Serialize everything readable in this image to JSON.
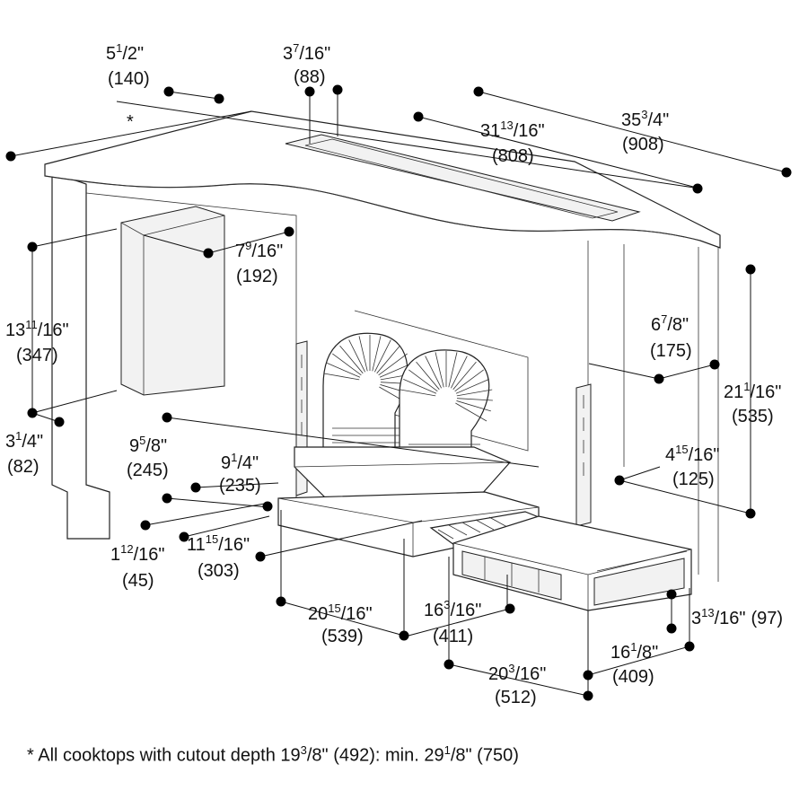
{
  "dimensions": {
    "d01": {
      "a": "5",
      "b": "1",
      "c": "/2\"",
      "mm": "(140)"
    },
    "d02": {
      "a": "3",
      "b": "7",
      "c": "/16\"",
      "mm": "(88)"
    },
    "d03": {
      "a": "35",
      "b": "3",
      "c": "/4\"",
      "mm": "(908)"
    },
    "d04": {
      "a": "31",
      "b": "13",
      "c": "/16\"",
      "mm": "(808)"
    },
    "d05": {
      "a": "7",
      "b": "9",
      "c": "/16\"",
      "mm": "(192)"
    },
    "d06": {
      "a": "13",
      "b": "11",
      "c": "/16\"",
      "mm": "(347)"
    },
    "d07": {
      "a": "6",
      "b": "7",
      "c": "/8\"",
      "mm": "(175)"
    },
    "d08": {
      "a": "21",
      "b": "1",
      "c": "/16\"",
      "mm": "(535)"
    },
    "d09": {
      "a": "3",
      "b": "1",
      "c": "/4\"",
      "mm": "(82)"
    },
    "d10": {
      "a": "9",
      "b": "5",
      "c": "/8\"",
      "mm": "(245)"
    },
    "d11": {
      "a": "9",
      "b": "1",
      "c": "/4\"",
      "mm": "(235)"
    },
    "d12": {
      "a": "4",
      "b": "15",
      "c": "/16\"",
      "mm": "(125)"
    },
    "d13": {
      "a": "1",
      "b": "12",
      "c": "/16\"",
      "mm": "(45)"
    },
    "d14": {
      "a": "11",
      "b": "15",
      "c": "/16\"",
      "mm": "(303)"
    },
    "d15": {
      "a": "20",
      "b": "15",
      "c": "/16\"",
      "mm": "(539)"
    },
    "d16": {
      "a": "16",
      "b": "3",
      "c": "/16\"",
      "mm": "(411)"
    },
    "d17": {
      "a": "3",
      "b": "13",
      "c": "/16\"",
      "mm": "(97)"
    },
    "d18": {
      "a": "16",
      "b": "1",
      "c": "/8\"",
      "mm": "(409)"
    },
    "d19": {
      "a": "20",
      "b": "3",
      "c": "/16\"",
      "mm": "(512)"
    }
  },
  "asterisk": "*",
  "footnote": {
    "p1": "* All cooktops with cutout depth 19",
    "s1": "3",
    "p2": "/8\" (492): min. 29",
    "s2": "1",
    "p3": "/8\" (750)"
  }
}
